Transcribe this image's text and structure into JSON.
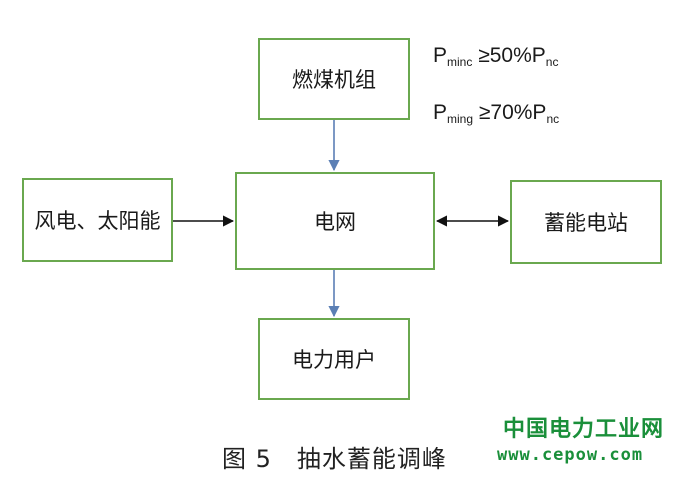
{
  "diagram": {
    "nodes": {
      "coal": "燃煤机组",
      "wind_solar": "风电、太阳能",
      "grid": "电网",
      "storage": "蓄能电站",
      "users": "电力用户"
    },
    "formulas": [
      {
        "base": "P",
        "sub": "minc",
        "rel": " ≥50%",
        "base2": "P",
        "sub2": "nc"
      },
      {
        "base": "P",
        "sub": "ming",
        "rel": " ≥70%",
        "base2": "P",
        "sub2": "nc"
      }
    ],
    "edges": [
      {
        "from": "coal",
        "to": "grid",
        "direction": "one-way"
      },
      {
        "from": "wind_solar",
        "to": "grid",
        "direction": "one-way"
      },
      {
        "from": "grid",
        "to": "storage",
        "direction": "two-way"
      },
      {
        "from": "grid",
        "to": "users",
        "direction": "one-way"
      }
    ],
    "caption": "图 5　抽水蓄能调峰"
  },
  "watermark": {
    "name": "中国电力工业网",
    "url": "www.cepow.com"
  },
  "colors": {
    "box_border": "#6aa84f",
    "arrow_blue": "#5b7fb5",
    "arrow_black": "#111111",
    "watermark": "#1a8f3a"
  }
}
